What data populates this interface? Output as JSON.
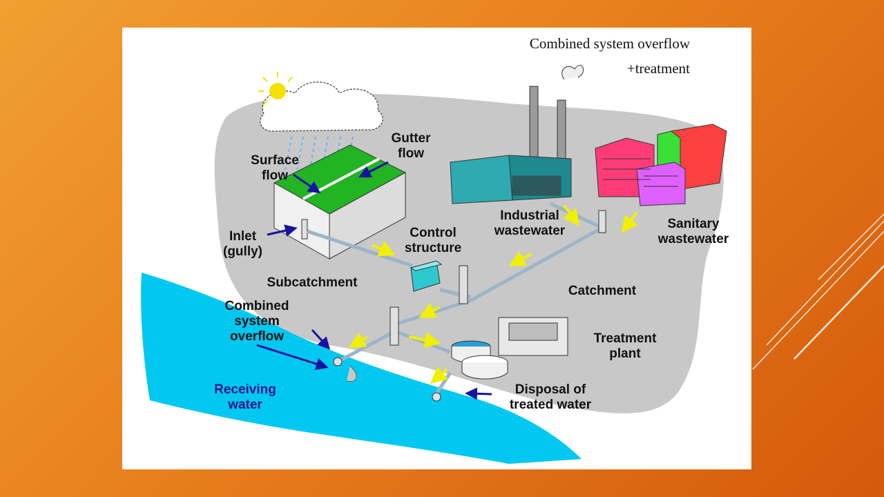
{
  "colors": {
    "background_light": "#f0a030",
    "background_dark": "#d45a0c",
    "catchment_area": "#c8c8c8",
    "water": "#00c8f0",
    "grass": "#22b422",
    "flow_arrow": "#f0f000",
    "pointer_arrow": "#1414a0"
  },
  "diagram": {
    "title_line1": "Combined system overflow",
    "title_line2": "+treatment",
    "labels": {
      "gutter_flow": "Gutter flow",
      "surface_flow": "Surface flow",
      "inlet": "Inlet (gully)",
      "control_structure": "Control structure",
      "industrial_wastewater": "Industrial wastewater",
      "sanitary_wastewater": "Sanitary wastewater",
      "subcatchment": "Subcatchment",
      "catchment": "Catchment",
      "combined_system_overflow": "Combined system overflow",
      "treatment_plant": "Treatment plant",
      "receiving_water": "Receiving water",
      "disposal_treated_water": "Disposal of treated water"
    }
  }
}
